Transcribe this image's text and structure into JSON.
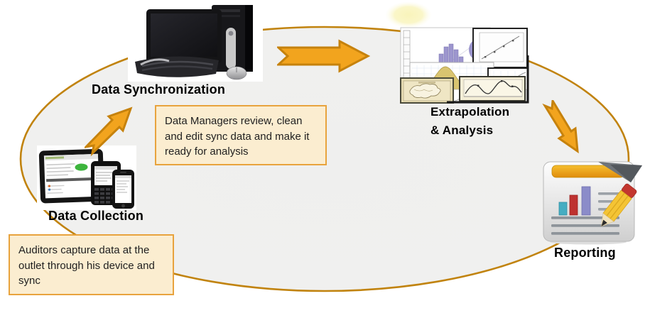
{
  "diagram": {
    "nodes": {
      "data_synchronization": {
        "label": "Data Synchronization"
      },
      "data_collection": {
        "label": "Data Collection"
      },
      "extrapolation_analysis": {
        "label_line1": "Extrapolation",
        "label_line2": "& Analysis"
      },
      "reporting": {
        "label": "Reporting"
      }
    },
    "callouts": {
      "sync_note": {
        "text": "Data Managers review, clean and edit sync data and make it ready for analysis"
      },
      "collection_note": {
        "text": "Auditors capture data at the outlet through his device and sync"
      }
    },
    "icons": {
      "desktop_computer": "desktop-computer",
      "mobile_devices": "tablet-and-smartphones",
      "analysis_charts": "statistics-charts-collage",
      "report": "report-card-with-pencil",
      "sun": "sun-glow",
      "arrow_1": "collection-to-synchronization",
      "arrow_2": "synchronization-to-analysis",
      "arrow_3": "analysis-to-reporting"
    },
    "colors": {
      "arrow_fill": "#F2A41E",
      "arrow_stroke": "#C6820D",
      "ellipse_stroke": "#C1830E",
      "ellipse_fill": "#F0F0EF",
      "callout_fill": "#FBEDD0",
      "callout_border": "#E8A33D",
      "label_color": "#000000",
      "sun_fill": "#F9F4BB",
      "background": "#FFFFFF"
    }
  }
}
